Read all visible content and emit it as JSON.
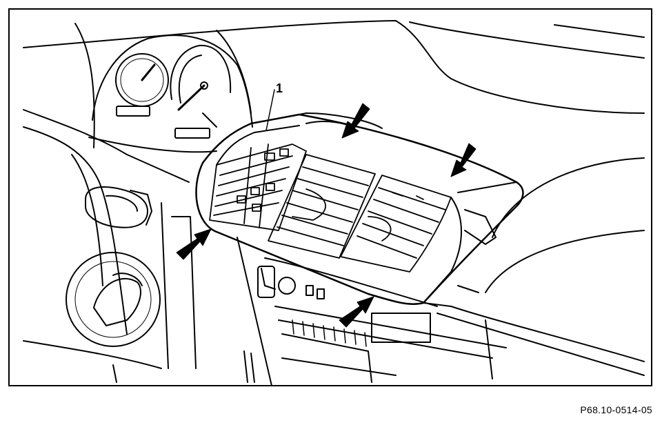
{
  "figure": {
    "callout_label": "1",
    "reference_code": "P68.10-0514-05",
    "arrow_count": 4,
    "colors": {
      "ink": "#000000",
      "paper": "#ffffff"
    }
  }
}
